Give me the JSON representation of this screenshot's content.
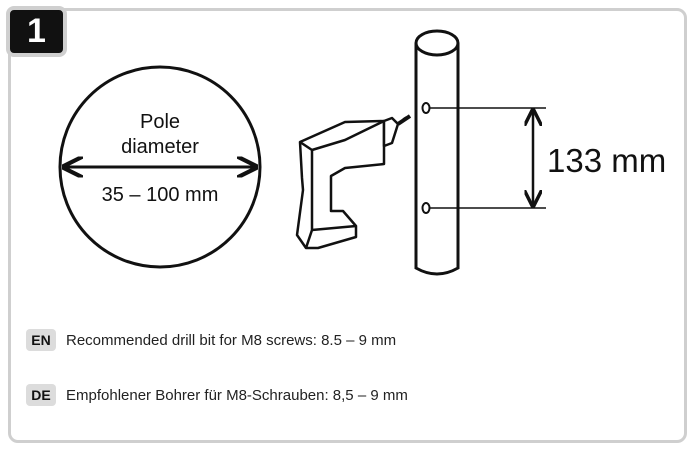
{
  "step": {
    "number": "1"
  },
  "pole_diameter": {
    "label_line1": "Pole",
    "label_line2": "diameter",
    "range": "35 – 100 mm"
  },
  "hole_spacing": {
    "label": "133 mm"
  },
  "instructions": [
    {
      "lang": "EN",
      "text": "Recommended drill bit for M8 screws: 8.5 – 9 mm"
    },
    {
      "lang": "DE",
      "text": "Empfohlener Bohrer für M8-Schrauben: 8,5 – 9 mm"
    }
  ],
  "colors": {
    "ink": "#111111",
    "frame": "#cfcfcf",
    "tag_bg": "#dcdcdc"
  },
  "icons": [
    "drill-icon",
    "pole-icon",
    "diameter-circle-icon",
    "dimension-arrow-icon"
  ]
}
